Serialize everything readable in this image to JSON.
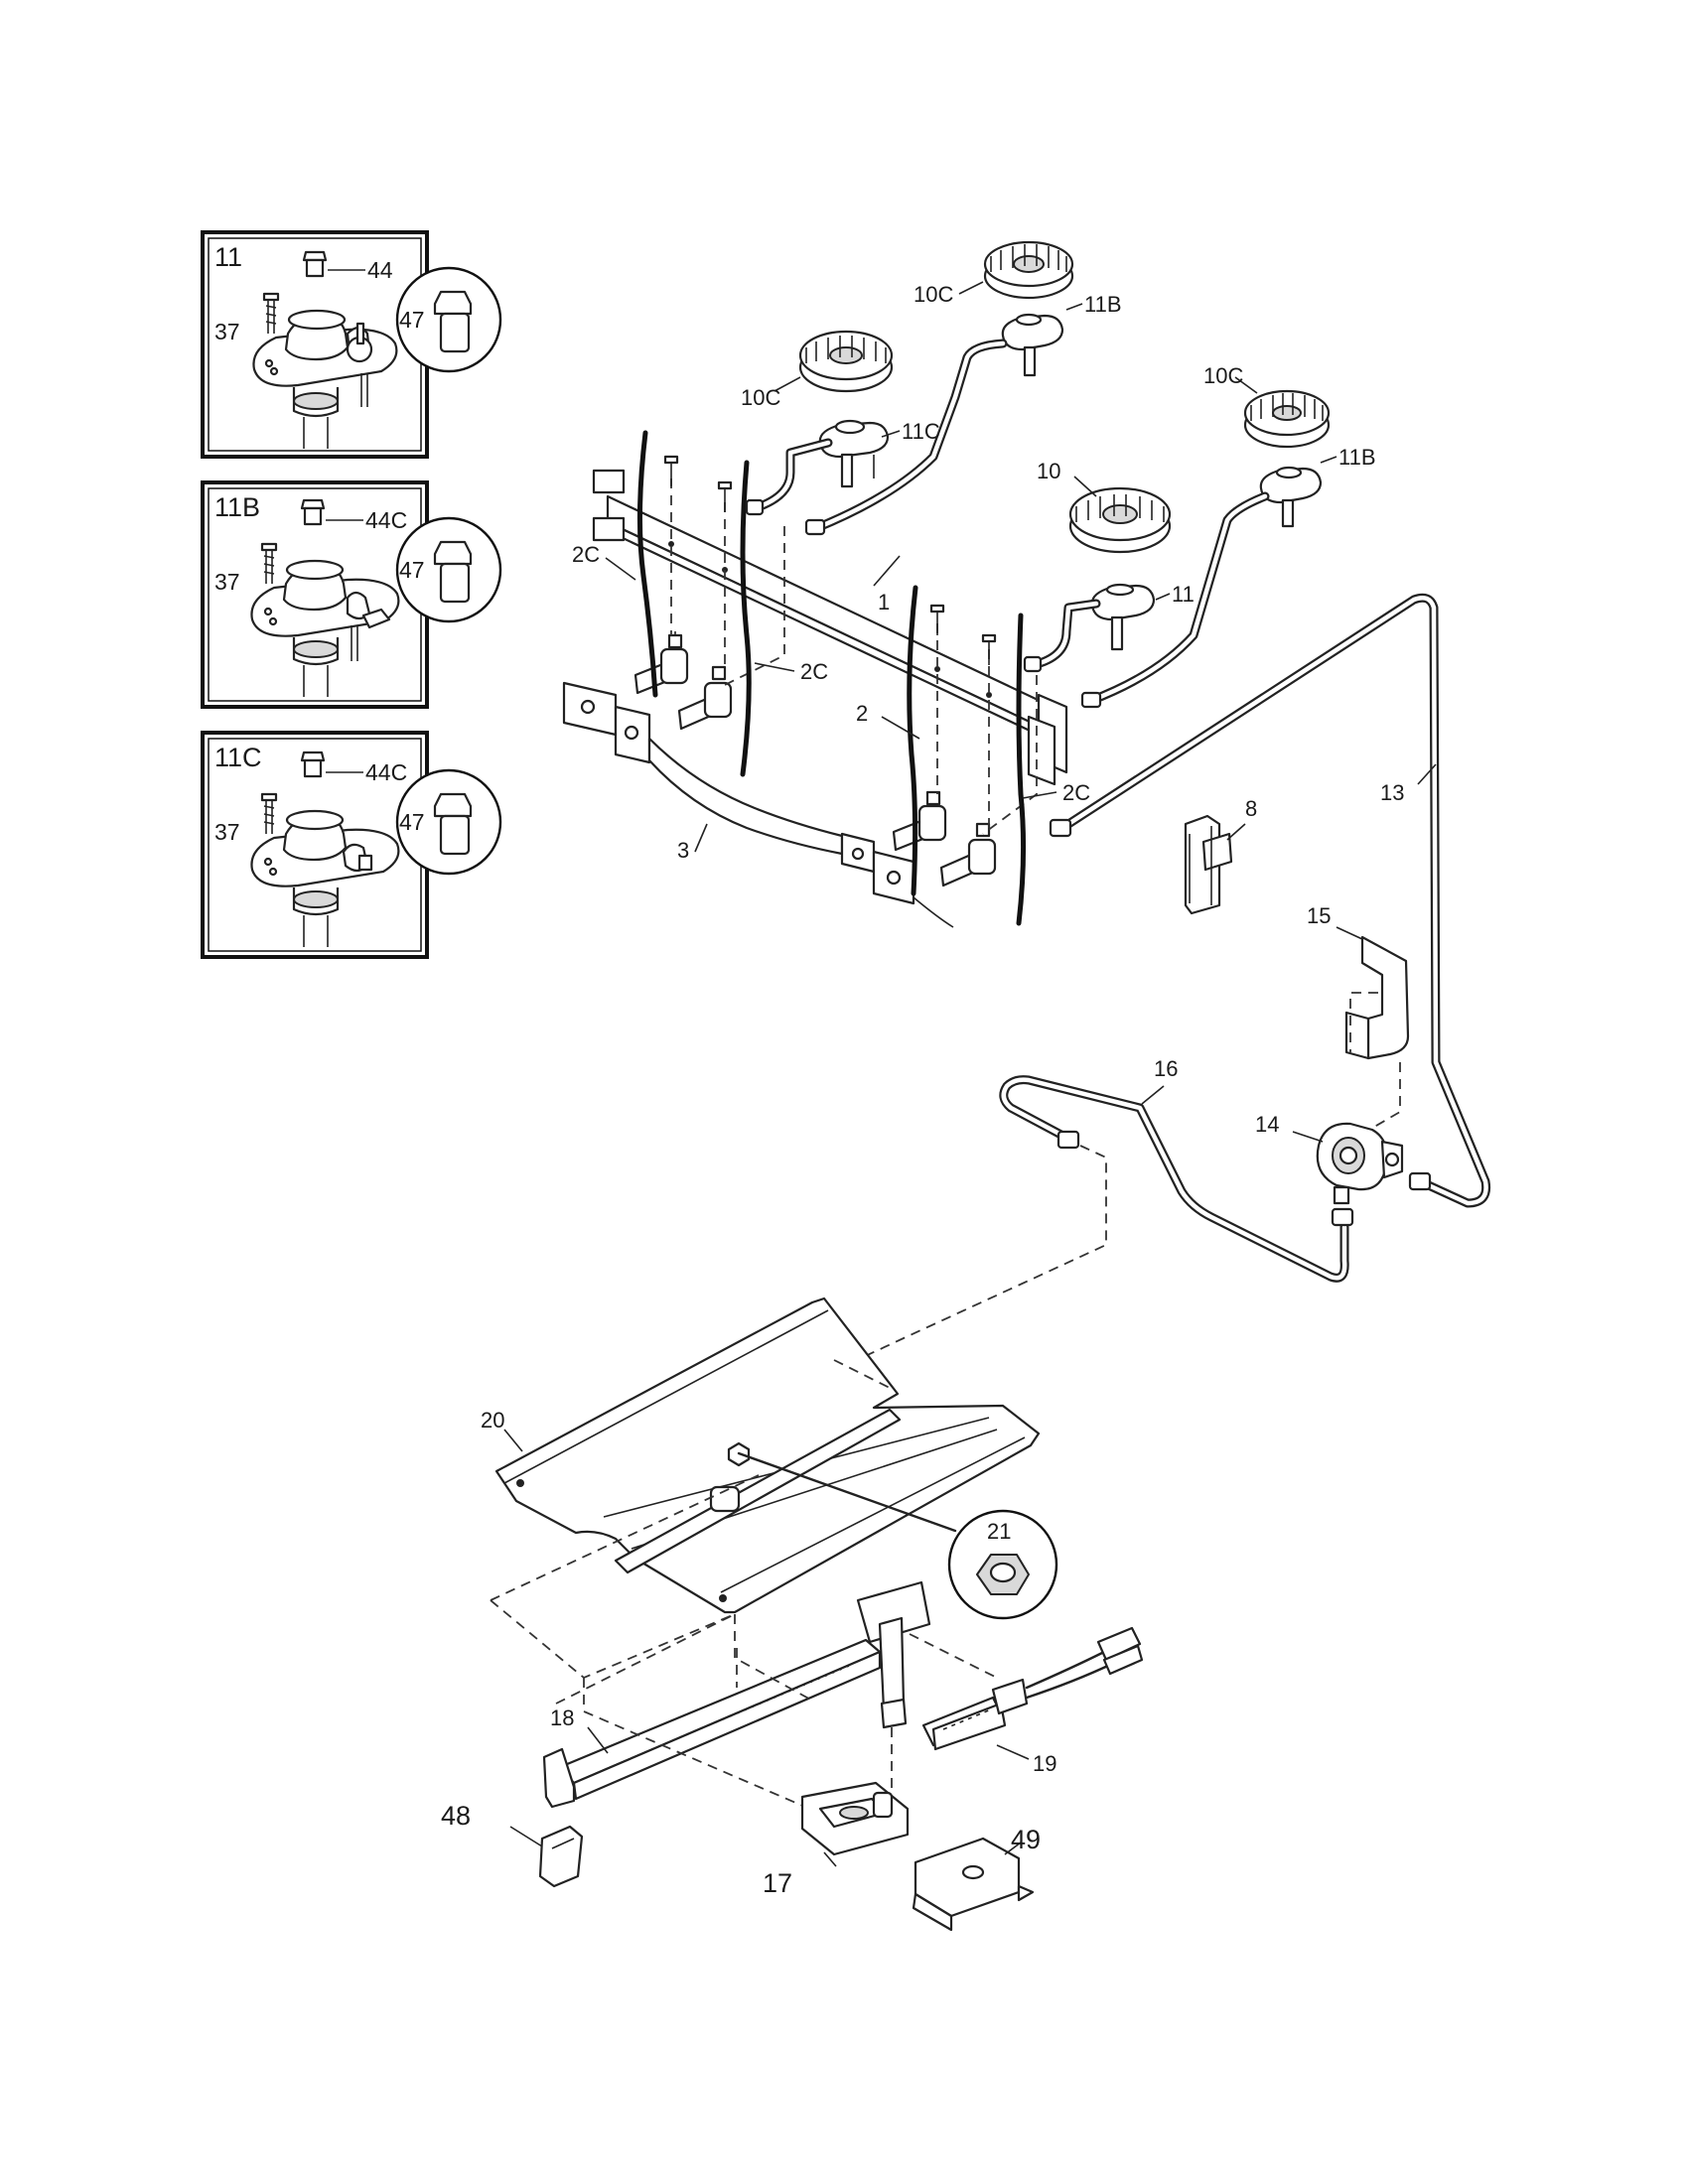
{
  "insets": [
    {
      "title": "11",
      "orifice": "44",
      "screw": "37",
      "magnified": "47"
    },
    {
      "title": "11B",
      "orifice": "44C",
      "screw": "37",
      "magnified": "47"
    },
    {
      "title": "11C",
      "orifice": "44C",
      "screw": "37",
      "magnified": "47"
    }
  ],
  "callouts": {
    "manifold": "1",
    "wire_harness": "2",
    "wire_left_a": "2C",
    "wire_left_b": "2C",
    "wire_right": "2C",
    "manifold_bracket": "3",
    "spark_module": "8",
    "burner_front_right": "10",
    "burner_rear_left": "10C",
    "burner_rear_center": "10C",
    "burner_rear_right": "10C",
    "valve_seat_front_right": "11",
    "valve_seat_rear_center": "11B",
    "valve_seat_rear_right": "11B",
    "valve_seat_rear_left": "11C",
    "supply_tube": "13",
    "regulator": "14",
    "regulator_bracket": "15",
    "oven_tube": "16",
    "oven_valve": "17",
    "oven_burner": "18",
    "oven_igniter": "19",
    "burner_baffle": "20",
    "hex_nut": "21",
    "burner_clip": "48",
    "valve_bracket": "49"
  }
}
